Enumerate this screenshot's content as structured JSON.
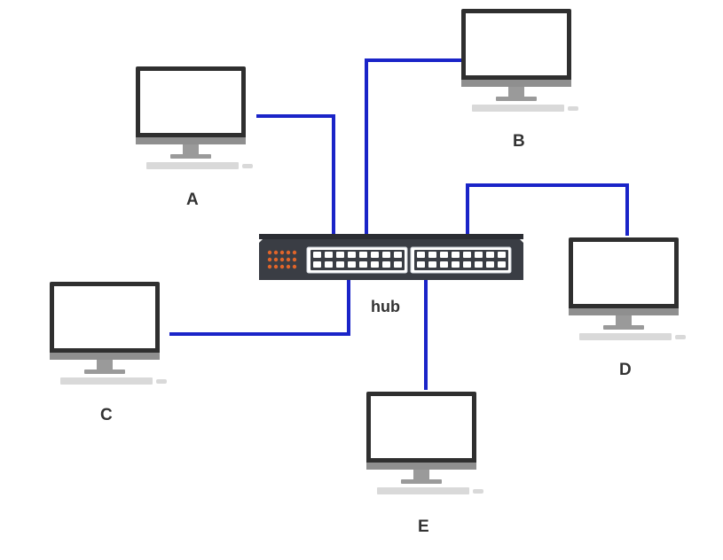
{
  "diagram": {
    "hub": {
      "label": "hub"
    },
    "computers": [
      {
        "id": "A",
        "label": "A"
      },
      {
        "id": "B",
        "label": "B"
      },
      {
        "id": "C",
        "label": "C"
      },
      {
        "id": "D",
        "label": "D"
      },
      {
        "id": "E",
        "label": "E"
      }
    ],
    "colors": {
      "link": "#1a24c8",
      "monitor_frame": "#2f2f2f",
      "monitor_screen": "#ffffff",
      "hub_body": "#3a3d44",
      "hub_ports_accent": "#e0652a",
      "keyboard": "#d9d9d9"
    }
  }
}
